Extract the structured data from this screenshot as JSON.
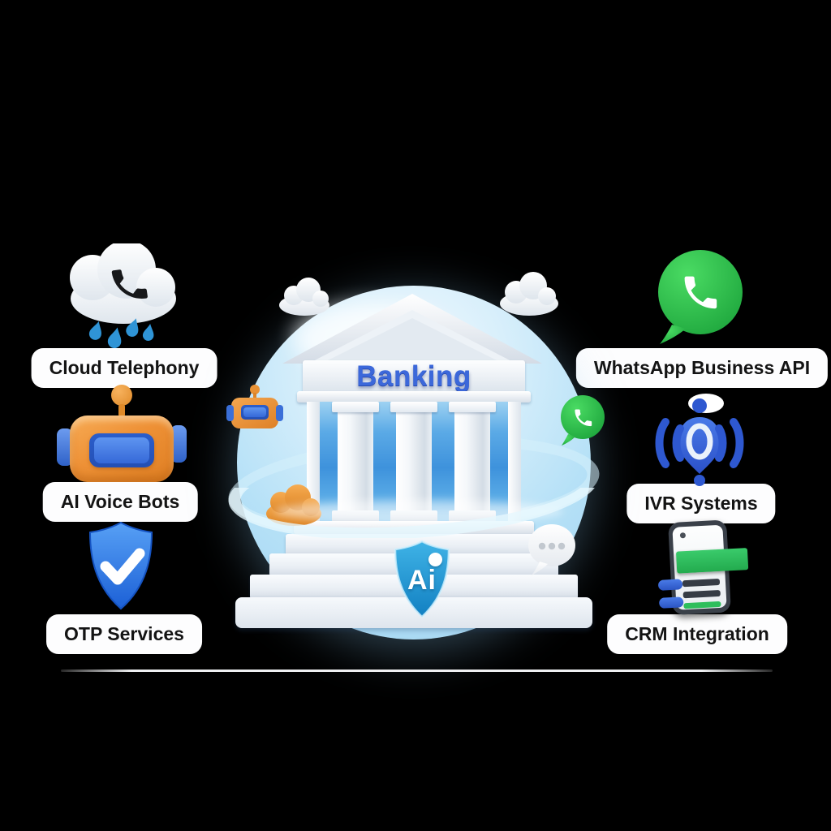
{
  "scene": {
    "background": "#000000",
    "building_title": "Banking",
    "ai_badge": "Ai"
  },
  "left_items": [
    {
      "label": "Cloud Telephony",
      "icon": "cloud-telephony-icon"
    },
    {
      "label": "AI Voice Bots",
      "icon": "ai-voice-bot-icon"
    },
    {
      "label": "OTP Services",
      "icon": "otp-shield-icon"
    }
  ],
  "right_items": [
    {
      "label": "WhatsApp Business API",
      "icon": "whatsapp-icon"
    },
    {
      "label": "IVR Systems",
      "icon": "ivr-icon"
    },
    {
      "label": "CRM Integration",
      "icon": "crm-phone-icon"
    }
  ],
  "decorations": {
    "center": [
      "sphere",
      "orbit-ring",
      "cloud-left-icon",
      "cloud-right-icon",
      "robot-satellite-icon",
      "whatsapp-satellite-icon",
      "orange-cloud-icon",
      "chat-bubble-icon",
      "ai-shield-badge",
      "ground-line"
    ]
  },
  "colors": {
    "accent_blue": "#2F6BD8",
    "accent_orange": "#EE9136",
    "whatsapp_green": "#2EC04E",
    "crm_green": "#2EBE5C",
    "shield_blue": "#2E7FE8",
    "ai_shield_teal": "#1E9AD6",
    "building_glass": "#3E92DC",
    "banking_text": "#3C68DA",
    "label_bg": "#FDFDFE",
    "label_text": "#141414",
    "sphere_blue": "#B6E1F7"
  }
}
